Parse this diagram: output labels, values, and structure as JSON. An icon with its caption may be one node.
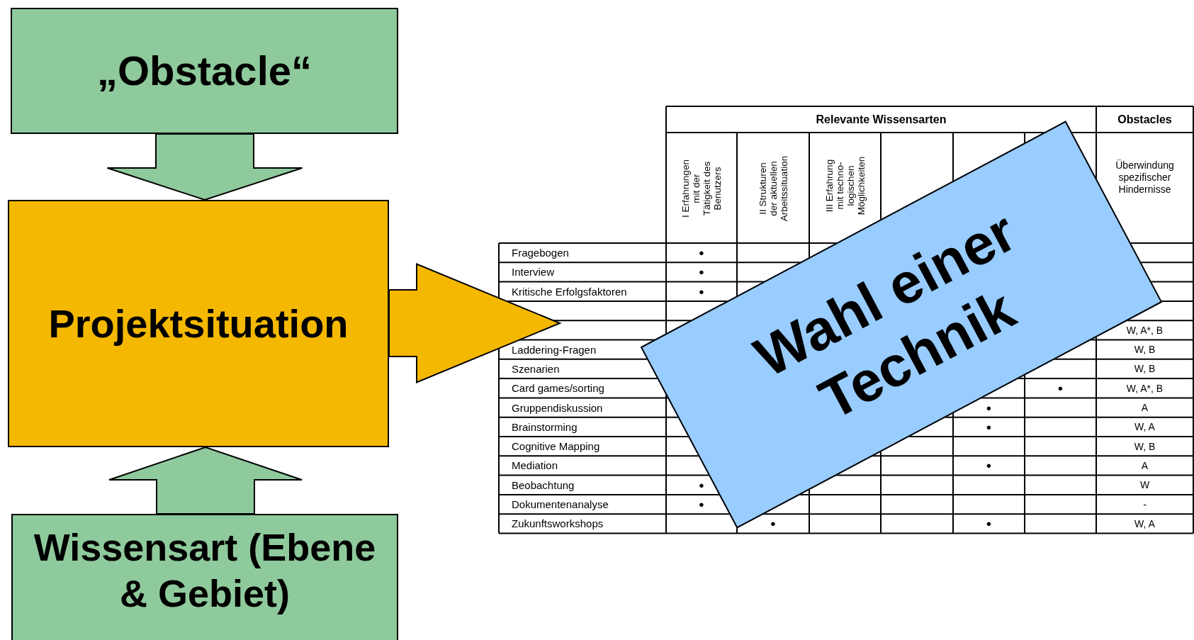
{
  "diagram": {
    "nodes": [
      {
        "text": [
          "„Obstacle“"
        ]
      },
      {
        "text": [
          "Projektsituation"
        ]
      },
      {
        "text": [
          "Wissensart (Ebene & Gebiet)"
        ]
      },
      {
        "text": [
          "Wahl einer Technik"
        ]
      }
    ],
    "edges": [
      {
        "from": 0,
        "to": 1,
        "arrow": "to"
      },
      {
        "from": 2,
        "to": 1,
        "arrow": "to"
      },
      {
        "from": 1,
        "to": 3,
        "arrow": "to",
        "color": "#f5b800"
      }
    ],
    "labels": [
      "Relevante Wissensarten",
      "Obstacles",
      "I Erfahrungen mit der Tätigkeit des Benutzers",
      "II Strukturen der aktuellen Arbeitssituation",
      "III Erfahrung mit techno- logischen Möglichkeiten",
      "Überwindung spezifischer Hindernisse",
      "Fragebogen",
      "●",
      "Interview",
      "●",
      "Kritische Erfolgsfaktoren",
      "●",
      "W, A*, B",
      "Laddering-Fragen",
      "W, B",
      "Szenarien",
      "W, B",
      "Card games/sorting",
      "●",
      "W, A*, B",
      "Gruppendiskussion",
      "●",
      "A",
      "Brainstorming",
      "●",
      "W, A",
      "Cognitive Mapping",
      "W, B",
      "Mediation",
      "●",
      "A",
      "Beobachtung",
      "●",
      "W",
      "Dokumentenanalyse",
      "●",
      "-",
      "Zukunftsworkshops",
      "●",
      "●",
      "W, A"
    ]
  }
}
